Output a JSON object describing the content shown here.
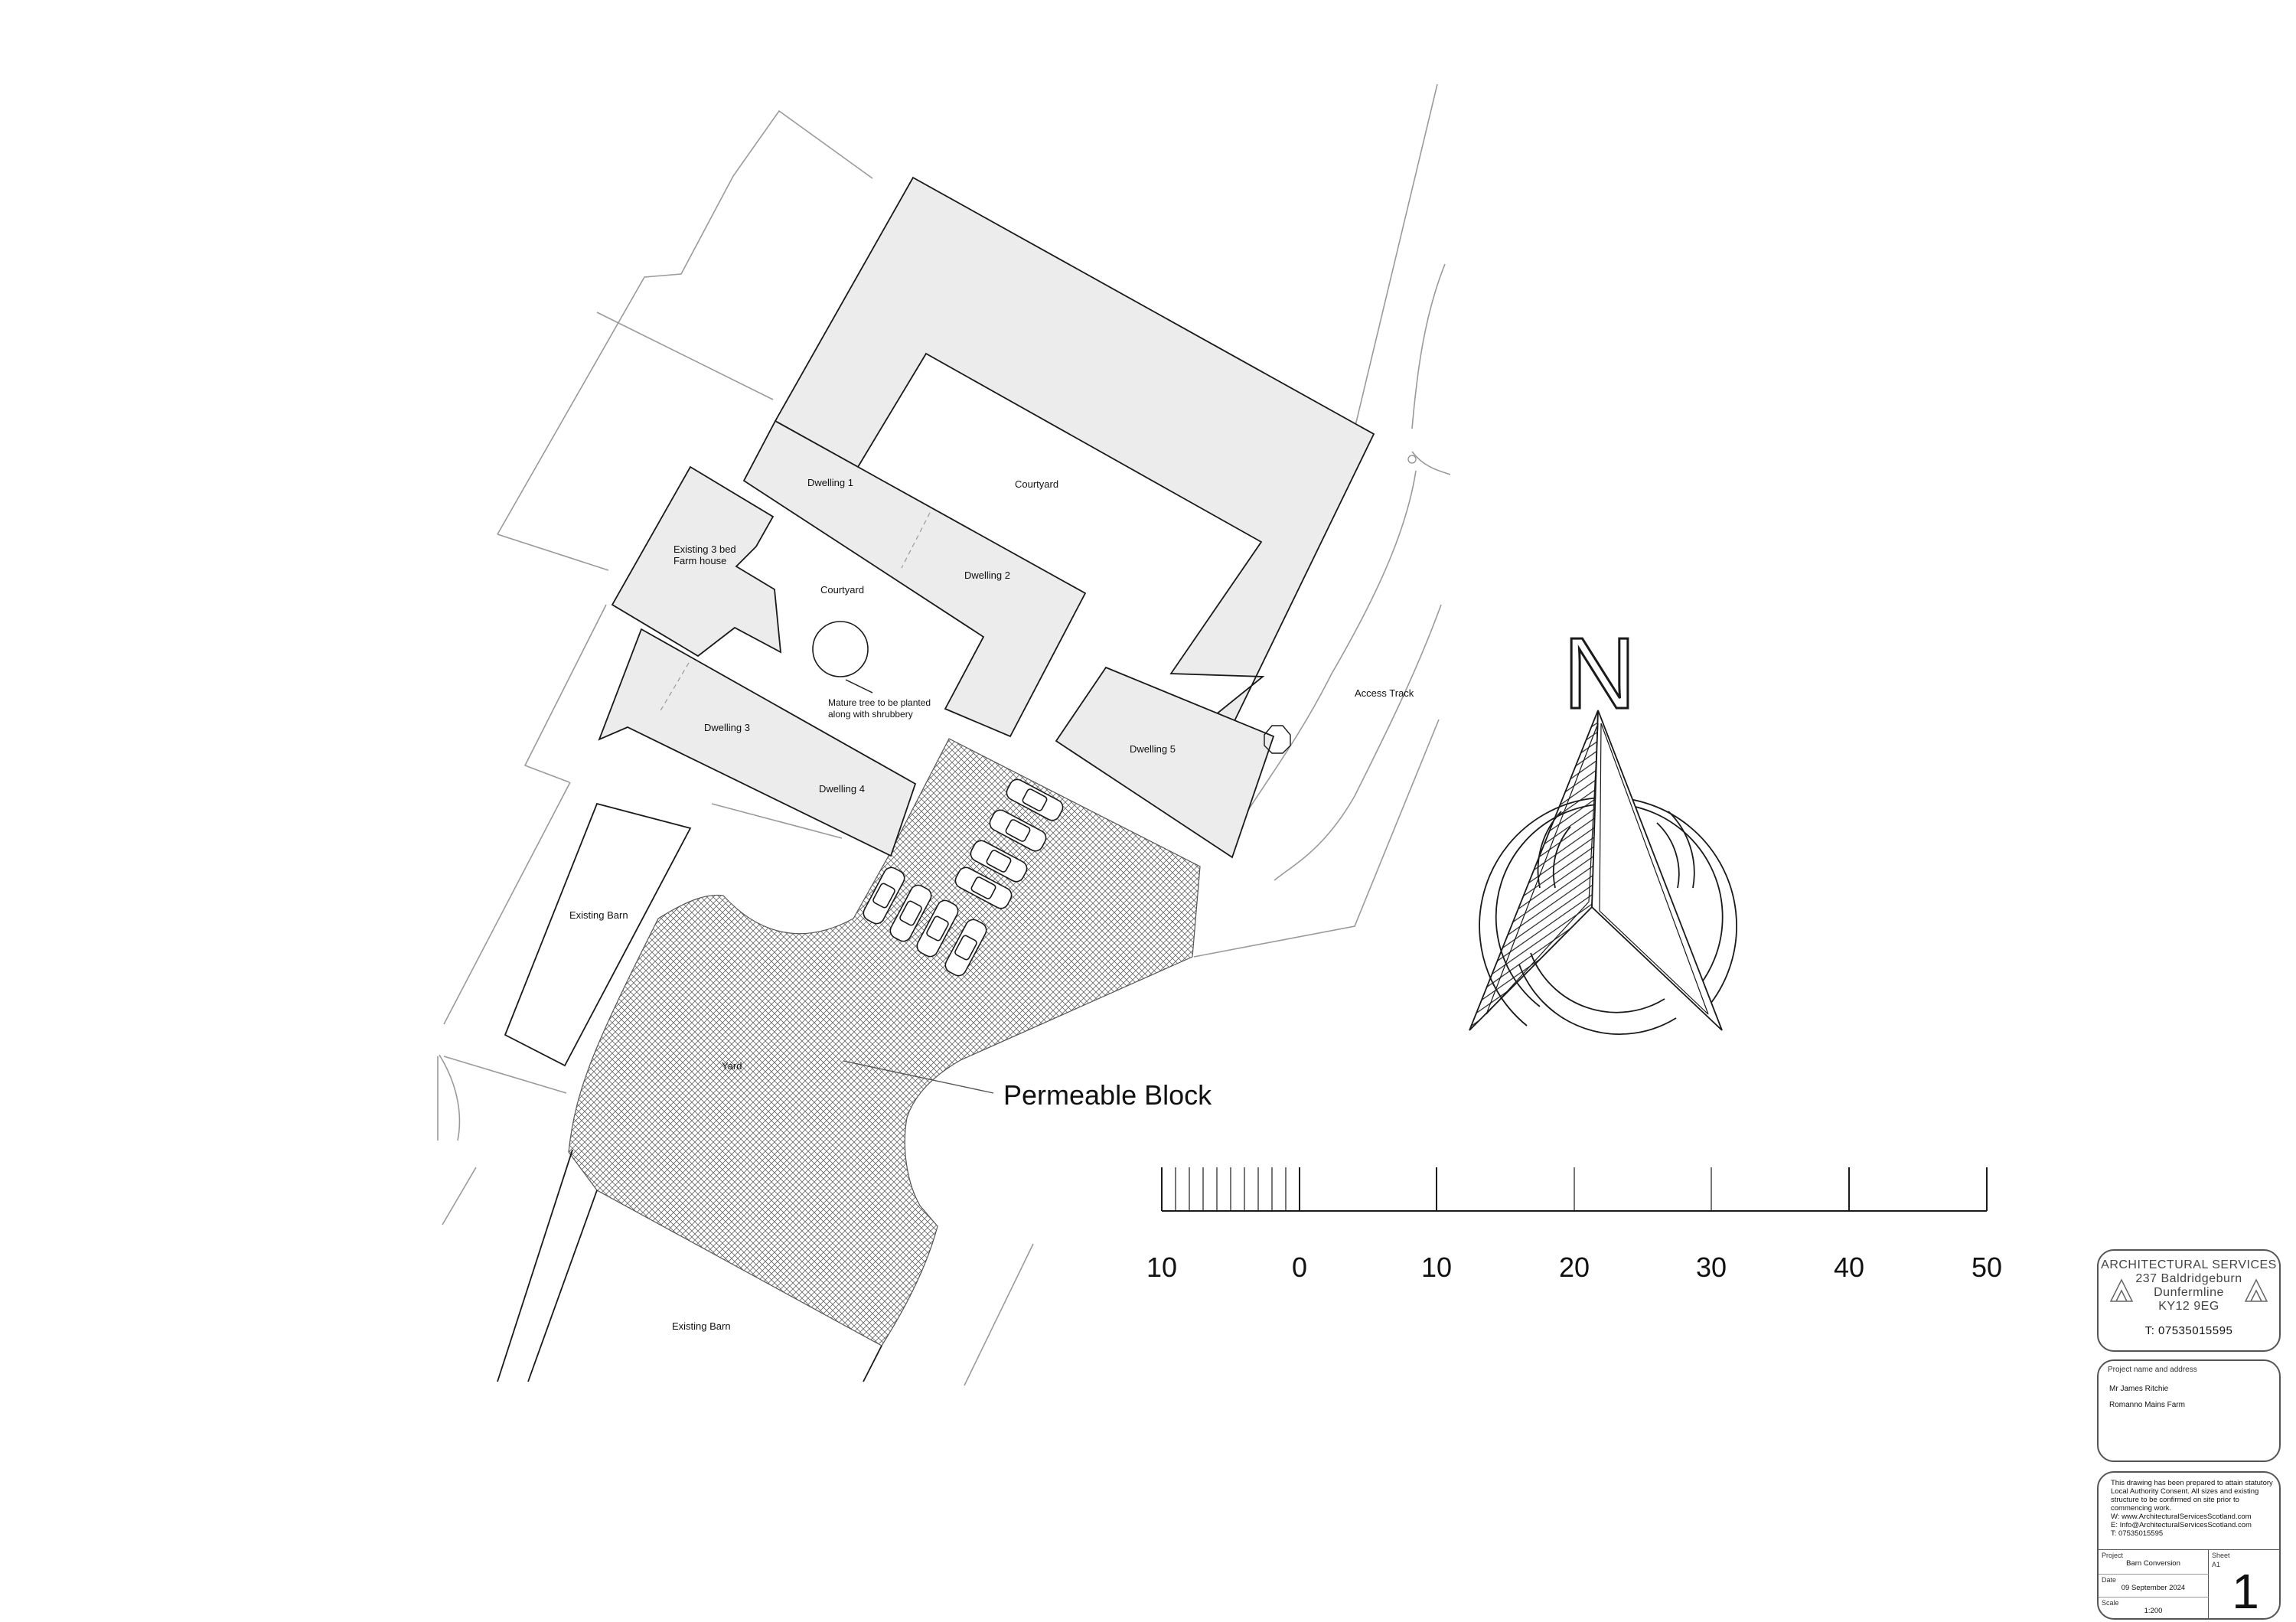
{
  "labels": {
    "dwelling1": "Dwelling 1",
    "courtyard_upper": "Courtyard",
    "farmhouse_line1": "Existing 3 bed",
    "farmhouse_line2": "Farm house",
    "courtyard_inner": "Courtyard",
    "dwelling2": "Dwelling 2",
    "tree_line1": "Mature tree to be planted",
    "tree_line2": "along with shrubbery",
    "dwelling3": "Dwelling 3",
    "dwelling4": "Dwelling 4",
    "dwelling5": "Dwelling 5",
    "access_track": "Access Track",
    "existing_barn_west": "Existing Barn",
    "yard": "Yard",
    "permeable_block": "Permeable Block",
    "existing_barn_south": "Existing Barn",
    "north": "N"
  },
  "scale_bar": {
    "labels": [
      "10",
      "0",
      "10",
      "20",
      "30",
      "40",
      "50"
    ]
  },
  "title_block": {
    "firm_lines": [
      "ARCHITECTURAL SERVICES",
      "237 Baldridgeburn",
      "Dunfermline",
      "KY12 9EG"
    ],
    "phone": "T: 07535015595",
    "project_caption": "Project name and address",
    "client": "Mr James Ritchie",
    "address": "Romanno Mains Farm",
    "notes": [
      "This drawing has been prepared to attain statutory",
      "Local Authority Consent. All sizes and existing",
      "structure to be confirmed on site prior to",
      "commencing work.",
      "W: www.ArchitecturalServicesScotland.com",
      "E: Info@ArchitecturalServicesScotland.com",
      "T: 07535015595"
    ],
    "project_label": "Project",
    "project_value": "Barn Conversion",
    "date_label": "Date",
    "date_value": "09 September 2024",
    "scale_label": "Scale",
    "scale_value": "1:200",
    "sheet_label": "Sheet",
    "sheet_size": "A1",
    "sheet_number": "1"
  },
  "colors": {
    "building_fill": "#ececec",
    "line": "#1a1a1a",
    "site_boundary": "#9a9a9a"
  }
}
